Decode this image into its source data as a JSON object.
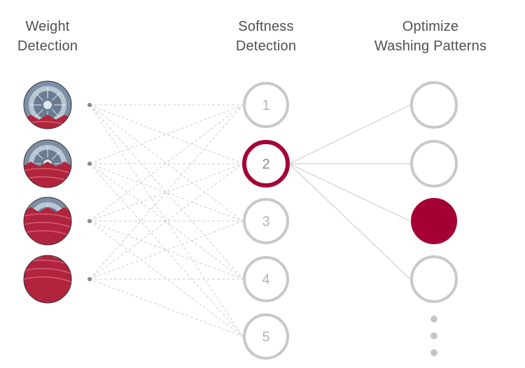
{
  "columns": {
    "weight": {
      "line1": "Weight",
      "line2": "Detection"
    },
    "softness": {
      "line1": "Softness",
      "line2": "Detection"
    },
    "optimize": {
      "line1": "Optimize",
      "line2": "Washing Patterns"
    }
  },
  "weight_inputs": [
    {
      "name": "load-level-1",
      "fill_level": 0.25
    },
    {
      "name": "load-level-2",
      "fill_level": 0.5
    },
    {
      "name": "load-level-3",
      "fill_level": 0.75
    },
    {
      "name": "load-level-4",
      "fill_level": 1.0
    }
  ],
  "softness_nodes": [
    {
      "label": "1",
      "active": false
    },
    {
      "label": "2",
      "active": true
    },
    {
      "label": "3",
      "active": false
    },
    {
      "label": "4",
      "active": false
    },
    {
      "label": "5",
      "active": false
    }
  ],
  "pattern_nodes": [
    {
      "selected": false
    },
    {
      "selected": false
    },
    {
      "selected": true
    },
    {
      "selected": false
    }
  ],
  "more_indicator": "ellipsis-vertical",
  "colors": {
    "accent": "#a50034",
    "node_ring": "#c8c8c8",
    "node_label": "#b4b4b4",
    "connector": "#cfcfcf",
    "title_text": "#505050",
    "drum_metal": "#7d8fa3",
    "laundry": "#b2243e"
  }
}
